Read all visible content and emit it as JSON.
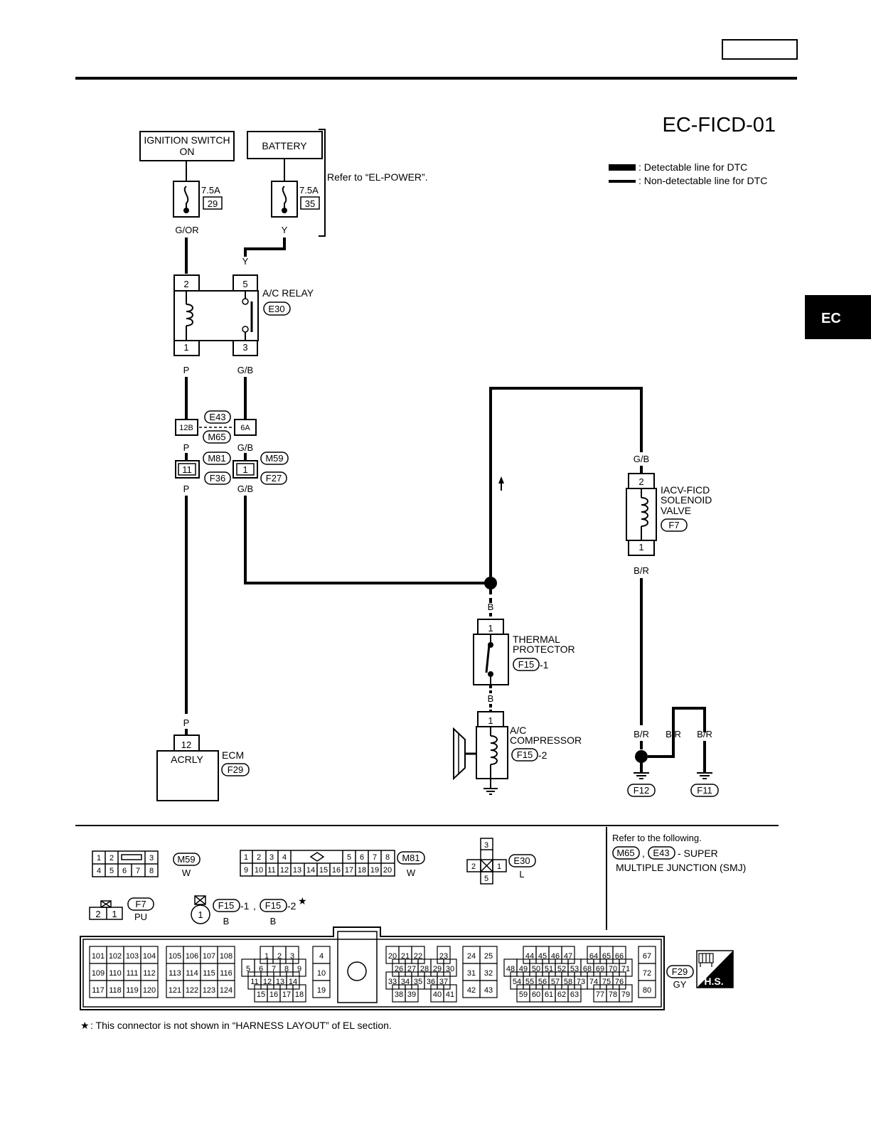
{
  "page": {
    "title": "EC-FICD-01",
    "tab": "EC"
  },
  "legend": {
    "detectable": ": Detectable line for DTC",
    "non_detectable": ": Non-detectable line for DTC"
  },
  "power": {
    "ignition_line1": "IGNITION SWITCH",
    "ignition_line2": "ON",
    "battery": "BATTERY",
    "refer": "Refer to  “EL-POWER”.",
    "fuse1_amp": "7.5A",
    "fuse1_no": "29",
    "fuse2_amp": "7.5A",
    "fuse2_no": "35"
  },
  "wires": {
    "gor": "G/OR",
    "y": "Y",
    "p": "P",
    "gb": "G/B",
    "b": "B",
    "br": "B/R"
  },
  "pins": {
    "n1": "1",
    "n2": "2",
    "n3": "3",
    "n5": "5",
    "n6a": "6A",
    "n11": "11",
    "n12": "12",
    "n12b": "12B"
  },
  "relay": {
    "label": "A/C RELAY",
    "conn": "E30"
  },
  "junction": {
    "e43": "E43",
    "m65": "M65",
    "m81": "M81",
    "f36": "F36",
    "m59": "M59",
    "f27": "F27"
  },
  "solenoid": {
    "line1": "IACV-FICD",
    "line2": "SOLENOID",
    "line3": "VALVE",
    "conn": "F7"
  },
  "thermal": {
    "line1": "THERMAL",
    "line2": "PROTECTOR",
    "conn": "F15",
    "suffix": "-1"
  },
  "compressor": {
    "line1": "A/C",
    "line2": "COMPRESSOR",
    "conn": "F15",
    "suffix": "-2"
  },
  "ecm": {
    "name": "ECM",
    "conn": "F29",
    "terminal": "ACRLY"
  },
  "grounds": {
    "f12": "F12",
    "f11": "F11"
  },
  "connectors": {
    "m59": {
      "id": "M59",
      "color": "W",
      "row1": [
        "1",
        "2",
        "3"
      ],
      "row2": [
        "4",
        "5",
        "6",
        "7",
        "8"
      ]
    },
    "m81": {
      "id": "M81",
      "color": "W",
      "row1a": [
        "1",
        "2",
        "3",
        "4"
      ],
      "row1b": [
        "5",
        "6",
        "7",
        "8"
      ],
      "row2": [
        "9",
        "10",
        "11",
        "12",
        "13",
        "14",
        "15",
        "16",
        "17",
        "18",
        "19",
        "20"
      ]
    },
    "e30": {
      "id": "E30",
      "color": "L",
      "top": "3",
      "left": "2",
      "right": "1",
      "bottom": "5"
    },
    "f7": {
      "id": "F7",
      "color": "PU",
      "left": "2",
      "right": "1"
    },
    "f15": {
      "id1": "F15",
      "suffix1": "-1",
      "sep": ",",
      "id2": "F15",
      "suffix2": "-2",
      "star": "★",
      "color1": "B",
      "color2": "B",
      "pin": "1"
    },
    "f29": {
      "id": "F29",
      "color": "GY",
      "hs": "H.S.",
      "b1": [
        [
          "101",
          "102",
          "103",
          "104"
        ],
        [
          "109",
          "110",
          "111",
          "112"
        ],
        [
          "117",
          "118",
          "119",
          "120"
        ]
      ],
      "b2": [
        [
          "105",
          "106",
          "107",
          "108"
        ],
        [
          "113",
          "114",
          "115",
          "116"
        ],
        [
          "121",
          "122",
          "123",
          "124"
        ]
      ],
      "b3r1": [
        "1",
        "2",
        "3"
      ],
      "b3r2": [
        "5",
        "6",
        "7",
        "8",
        "9"
      ],
      "b3r3": [
        "11",
        "12",
        "13",
        "14"
      ],
      "b3r4": [
        "15",
        "16",
        "17",
        "18"
      ],
      "b4": [
        "4",
        "10",
        "19"
      ],
      "b5r1a": [
        "20",
        "21",
        "22"
      ],
      "b5r1b": [
        "23"
      ],
      "b5r2": [
        "26",
        "27",
        "28",
        "29",
        "30"
      ],
      "b5r3": [
        "33",
        "34",
        "35",
        "36",
        "37"
      ],
      "b5r4a": [
        "38",
        "39"
      ],
      "b5r4b": [
        "40",
        "41"
      ],
      "b6": [
        [
          "24",
          "25"
        ],
        [
          "31",
          "32"
        ],
        [
          "42",
          "43"
        ]
      ],
      "b7r1a": [
        "44",
        "45",
        "46",
        "47"
      ],
      "b7r1b": [
        "64",
        "65",
        "66"
      ],
      "b7r2": [
        "48",
        "49",
        "50",
        "51",
        "52",
        "53",
        "68",
        "69",
        "70",
        "71"
      ],
      "b7r3": [
        "54",
        "55",
        "56",
        "57",
        "58",
        "73",
        "74",
        "75",
        "76"
      ],
      "b7r4a": [
        "59",
        "60",
        "61",
        "62",
        "63"
      ],
      "b7r4b": [
        "77",
        "78",
        "79"
      ],
      "b8": [
        "67",
        "72",
        "80"
      ]
    }
  },
  "smj": {
    "intro": "Refer to the following.",
    "m65": "M65",
    "sep": ",",
    "e43": "E43",
    "line1": "- SUPER",
    "line2": "MULTIPLE JUNCTION (SMJ)"
  },
  "footnote": {
    "star": "★",
    "text": ": This connector is not shown in “HARNESS LAYOUT” of EL section."
  }
}
